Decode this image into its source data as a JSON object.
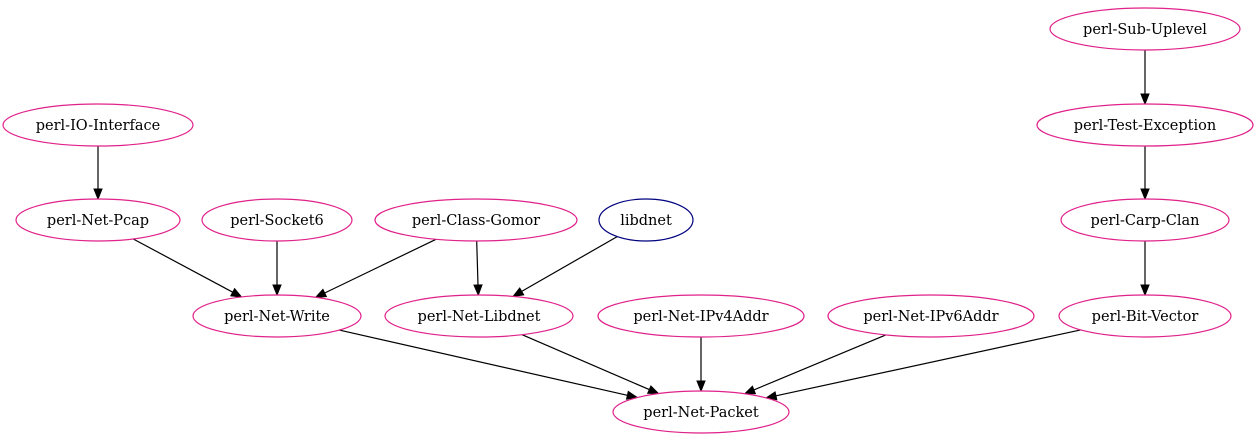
{
  "colors": {
    "package_outline": "#e0218a",
    "library_outline": "#00007f",
    "edge": "#000000"
  },
  "nodes": [
    {
      "id": "perl-Sub-Uplevel",
      "label": "perl-Sub-Uplevel",
      "kind": "package"
    },
    {
      "id": "perl-IO-Interface",
      "label": "perl-IO-Interface",
      "kind": "package"
    },
    {
      "id": "perl-Test-Exception",
      "label": "perl-Test-Exception",
      "kind": "package"
    },
    {
      "id": "perl-Net-Pcap",
      "label": "perl-Net-Pcap",
      "kind": "package"
    },
    {
      "id": "perl-Socket6",
      "label": "perl-Socket6",
      "kind": "package"
    },
    {
      "id": "perl-Class-Gomor",
      "label": "perl-Class-Gomor",
      "kind": "package"
    },
    {
      "id": "libdnet",
      "label": "libdnet",
      "kind": "library"
    },
    {
      "id": "perl-Carp-Clan",
      "label": "perl-Carp-Clan",
      "kind": "package"
    },
    {
      "id": "perl-Net-Write",
      "label": "perl-Net-Write",
      "kind": "package"
    },
    {
      "id": "perl-Net-Libdnet",
      "label": "perl-Net-Libdnet",
      "kind": "package"
    },
    {
      "id": "perl-Net-IPv4Addr",
      "label": "perl-Net-IPv4Addr",
      "kind": "package"
    },
    {
      "id": "perl-Net-IPv6Addr",
      "label": "perl-Net-IPv6Addr",
      "kind": "package"
    },
    {
      "id": "perl-Bit-Vector",
      "label": "perl-Bit-Vector",
      "kind": "package"
    },
    {
      "id": "perl-Net-Packet",
      "label": "perl-Net-Packet",
      "kind": "package"
    }
  ],
  "edges": [
    {
      "from": "perl-Sub-Uplevel",
      "to": "perl-Test-Exception"
    },
    {
      "from": "perl-IO-Interface",
      "to": "perl-Net-Pcap"
    },
    {
      "from": "perl-Test-Exception",
      "to": "perl-Carp-Clan"
    },
    {
      "from": "perl-Net-Pcap",
      "to": "perl-Net-Write"
    },
    {
      "from": "perl-Socket6",
      "to": "perl-Net-Write"
    },
    {
      "from": "perl-Class-Gomor",
      "to": "perl-Net-Write"
    },
    {
      "from": "perl-Class-Gomor",
      "to": "perl-Net-Libdnet"
    },
    {
      "from": "libdnet",
      "to": "perl-Net-Libdnet"
    },
    {
      "from": "perl-Carp-Clan",
      "to": "perl-Bit-Vector"
    },
    {
      "from": "perl-Net-Write",
      "to": "perl-Net-Packet"
    },
    {
      "from": "perl-Net-Libdnet",
      "to": "perl-Net-Packet"
    },
    {
      "from": "perl-Net-IPv4Addr",
      "to": "perl-Net-Packet"
    },
    {
      "from": "perl-Net-IPv6Addr",
      "to": "perl-Net-Packet"
    },
    {
      "from": "perl-Bit-Vector",
      "to": "perl-Net-Packet"
    }
  ]
}
